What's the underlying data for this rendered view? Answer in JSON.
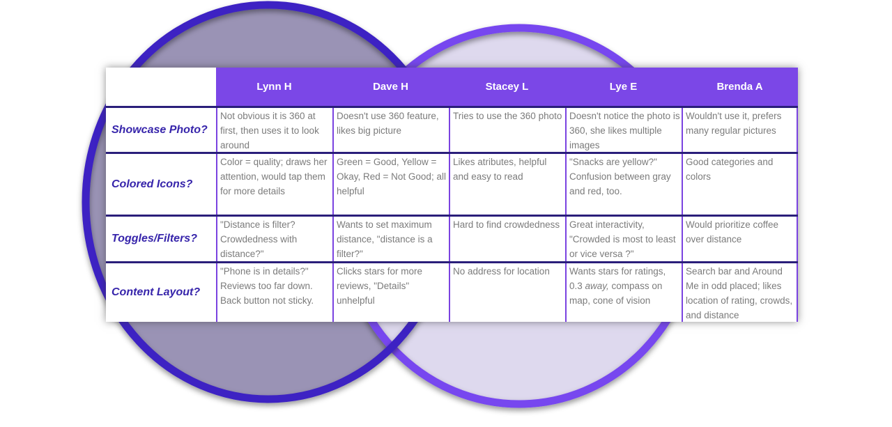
{
  "venn": {
    "left": {
      "fill": "#9a93b5",
      "stroke": "#3e23c3"
    },
    "right": {
      "fill": "#ded9ee",
      "stroke": "#7747ef"
    }
  },
  "palette": {
    "header_bg": "#7b47e7",
    "header_text": "#ffffff",
    "grid_vertical": "#7a42e0",
    "grid_horizontal": "#2a1e7a",
    "label_text": "#3725ab",
    "cell_text": "#7b7b7b",
    "table_bg": "#ffffff"
  },
  "table": {
    "columns": [
      "Lynn H",
      "Dave H",
      "Stacey L",
      "Lye E",
      "Brenda A"
    ],
    "rows": [
      {
        "label": "Showcase Photo?",
        "cells": [
          "Not obvious it is 360 at first, then uses it to look around",
          "Doesn't use 360 feature, likes big picture",
          "Tries to use the 360 photo",
          "Doesn't notice the photo is 360, she likes multiple images",
          "Wouldn't use it, prefers many regular pictures"
        ]
      },
      {
        "label": "Colored Icons?",
        "cells": [
          "Color = quality; draws her attention, would tap them for more details",
          "Green = Good, Yellow = Okay, Red = Not Good; all helpful",
          "Likes atributes, helpful and easy to read",
          "\"Snacks are yellow?\" Confusion between gray and red, too.",
          "Good categories and colors"
        ]
      },
      {
        "label": "Toggles/Filters?",
        "cells": [
          "\"Distance is filter? Crowdedness with distance?\"",
          "Wants to set maximum distance, \"distance is a filter?\"",
          "Hard to find crowdedness",
          "Great interactivity, \"Crowded is most to least or vice versa ?\"",
          "Would prioritize coffee over distance"
        ]
      },
      {
        "label": "Content Layout?",
        "cells": [
          "\"Phone is in details?\" Reviews too far down. Back button not sticky.",
          "Clicks stars for more reviews, \"Details\" unhelpful",
          "No address for location",
          {
            "pre": "Wants stars for ratings, 0.3 ",
            "em": "away,",
            "post": " compass on map, cone of vision"
          },
          "Search bar and Around Me in odd placed; likes location of rating, crowds, and distance"
        ]
      }
    ]
  }
}
